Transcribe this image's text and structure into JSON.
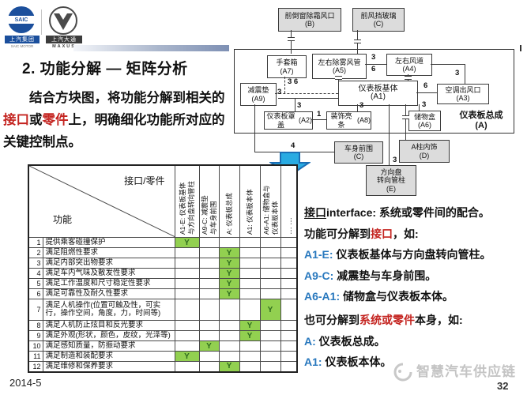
{
  "logos": {
    "saic_text": "SAIC",
    "saic_caption": "上汽集团",
    "saic_sub": "SAIC MOTOR",
    "maxus_caption": "上汽大通",
    "maxus_sub": "MAXUS"
  },
  "title": "2. 功能分解 — 矩阵分析",
  "intro": {
    "l1": "结合方块图，将功能分解到相关的",
    "l2a": "接口",
    "l2b": "或",
    "l2c": "零件",
    "l2d": "上，明确细化功能所对应的",
    "l3": "关键控制点。"
  },
  "diagram": {
    "boxes": {
      "b": {
        "name": "前倒窗除霜风口",
        "code": "(B)"
      },
      "c_glass": {
        "name": "前风挡玻璃",
        "code": "(C)"
      },
      "a7": {
        "name": "手套箱",
        "code": "(A7)"
      },
      "a5": {
        "name": "左右除雾风管",
        "code": "(A5)"
      },
      "a4": {
        "name": "左右风道",
        "code": "(A4)"
      },
      "a9": {
        "name": "减震垫",
        "code": "(A9)"
      },
      "a1": {
        "name": "仪表板基体",
        "code": "(A1)"
      },
      "a3": {
        "name": "空调出风口",
        "code": "(A3)"
      },
      "a2": {
        "name": "仪表板罩盖",
        "code": "(A2)"
      },
      "a8": {
        "name": "装饰亮条",
        "code": "(A8)"
      },
      "a6": {
        "name": "储物盒",
        "code": "(A6)"
      },
      "c_body": {
        "name": "车身前围",
        "code": "(C)"
      },
      "d": {
        "name": "A柱内饰",
        "code": "(D)"
      },
      "e": {
        "name": "方向盘",
        "name2": "转向管柱",
        "code": "(E)"
      },
      "assembly": {
        "name": "仪表板总成",
        "code": "(A)"
      }
    },
    "edges": {
      "a5_a4_upper": "3",
      "a5_a4_lower": "6",
      "a4_a3": "3",
      "a1_a3": "6",
      "a7_iface": "3 6",
      "a1_a2_a": "3",
      "a1_a2_b": "3",
      "a1_a8": "3",
      "a2_a8": "1",
      "a1_a6": "3",
      "a1_e": "3",
      "a9_c": "4"
    }
  },
  "matrix": {
    "corner_top": "接口/零件",
    "corner_bottom": "功能",
    "columns": [
      {
        "l1": "A1-E: 仪表板基体",
        "l2": "与方向盘转向管柱"
      },
      {
        "l1": "A9-C: 减震垫",
        "l2": "与车身前围"
      },
      {
        "l1": "A: 仪表板总成",
        "l2": ""
      },
      {
        "l1": "A1: 仪表板本体",
        "l2": ""
      },
      {
        "l1": "A6-A1: 储物盒与",
        "l2": "仪表板本体"
      },
      {
        "l1": "……",
        "l2": ""
      }
    ],
    "rows": [
      {
        "num": "1",
        "label": "提供乘客碰撞保护",
        "marks": [
          "Y",
          "",
          "",
          "",
          "",
          ""
        ]
      },
      {
        "num": "2",
        "label": "满足阻燃性要求",
        "marks": [
          "",
          "",
          "Y",
          "",
          "",
          ""
        ]
      },
      {
        "num": "3",
        "label": "满足内部突出物要求",
        "marks": [
          "",
          "",
          "Y",
          "",
          "",
          ""
        ]
      },
      {
        "num": "4",
        "label": "满足车内气味及散发性要求",
        "marks": [
          "",
          "",
          "Y",
          "",
          "",
          ""
        ]
      },
      {
        "num": "5",
        "label": "满足工作温度和尺寸稳定性要求",
        "marks": [
          "",
          "",
          "Y",
          "",
          "",
          ""
        ]
      },
      {
        "num": "6",
        "label": "满足可靠性及耐久性要求",
        "marks": [
          "",
          "",
          "Y",
          "",
          "",
          ""
        ]
      },
      {
        "num": "7",
        "label": "满足人机操作(位置可触及性，可实行，操作空间，角度，力，时间等)",
        "marks": [
          "",
          "",
          "",
          "",
          "Y",
          ""
        ]
      },
      {
        "num": "8",
        "label": "满足人机防止炫目和反光要求",
        "marks": [
          "",
          "",
          "",
          "Y",
          "",
          ""
        ]
      },
      {
        "num": "9",
        "label": "满足外观(形状，颜色，皮纹，光泽等)",
        "marks": [
          "",
          "",
          "",
          "Y",
          "",
          ""
        ]
      },
      {
        "num": "10",
        "label": "满足感知质量，防振动要求",
        "marks": [
          "",
          "Y",
          "",
          "",
          "",
          ""
        ]
      },
      {
        "num": "11",
        "label": "满足制造和装配要求",
        "marks": [
          "Y",
          "",
          "",
          "",
          "",
          ""
        ]
      },
      {
        "num": "12",
        "label": "满足维修和保养要求",
        "marks": [
          "",
          "",
          "Y",
          "",
          "",
          ""
        ]
      }
    ]
  },
  "panel": {
    "l1a": "接口",
    "l1b": "interface: ",
    "l1c": "系统或零件间的配合。",
    "l2a": "功能可分解到",
    "l2b": "接口",
    "l2c": "，如:",
    "l3a": "A1-E:",
    "l3b": " 仪表板基体与方向盘转向管柱。",
    "l4a": "A9-C:",
    "l4b": " 减震垫与车身前围。",
    "l5a": "A6-A1:",
    "l5b": " 储物盒与仪表板本体。",
    "l6a": "也可分解到",
    "l6b": "系统或零件",
    "l6c": "本身，如:",
    "l7a": "A:",
    "l7b": " 仪表板总成。",
    "l8a": "A1:",
    "l8b": " 仪表板本体。"
  },
  "footer": {
    "date": "2014-5",
    "watermark": "智慧汽车供应链",
    "page": "32"
  },
  "colors": {
    "accent_red": "#c42420",
    "accent_blue": "#2878be",
    "matrix_green": "#92d050",
    "arrow_fill": "#29abe2"
  }
}
